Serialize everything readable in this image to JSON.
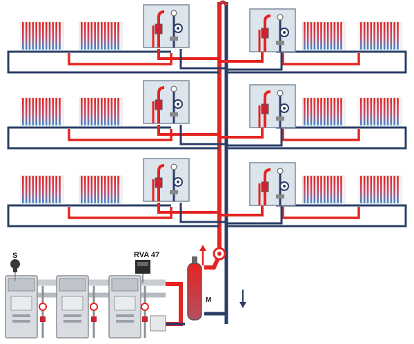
{
  "labels": {
    "sensor": "S",
    "controller": "RVA 47",
    "separator": "M"
  },
  "colors": {
    "supply": "#e52421",
    "return": "#2a3d66",
    "radiator_hot": "#e52421",
    "radiator_cold": "#3a8fd6",
    "boiler_body": "#d9dde2",
    "module_box": "#dce4ec"
  },
  "floors": 3,
  "radiators_per_side": 2,
  "boilers": 3
}
